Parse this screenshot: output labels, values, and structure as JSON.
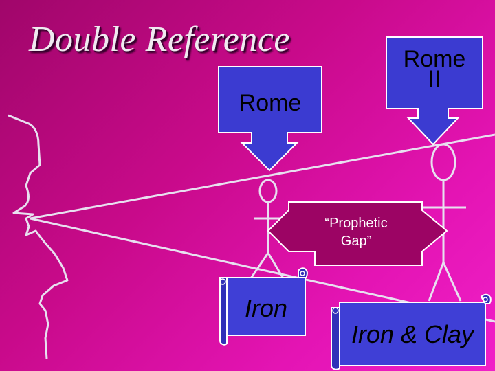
{
  "slide": {
    "title": "Double Reference",
    "callout_left": "Rome",
    "callout_right_line1": "Rome",
    "callout_right_line2": "II",
    "gap_line1": "“Prophetic",
    "gap_line2": "Gap”",
    "scroll_left": "Iron",
    "scroll_right": "Iron & Clay"
  },
  "colors": {
    "callout_fill": "#3b3bd1",
    "gap_fill": "#9c0464",
    "scroll_fill": "#3f3fd6",
    "line": "#e8e0f0"
  }
}
